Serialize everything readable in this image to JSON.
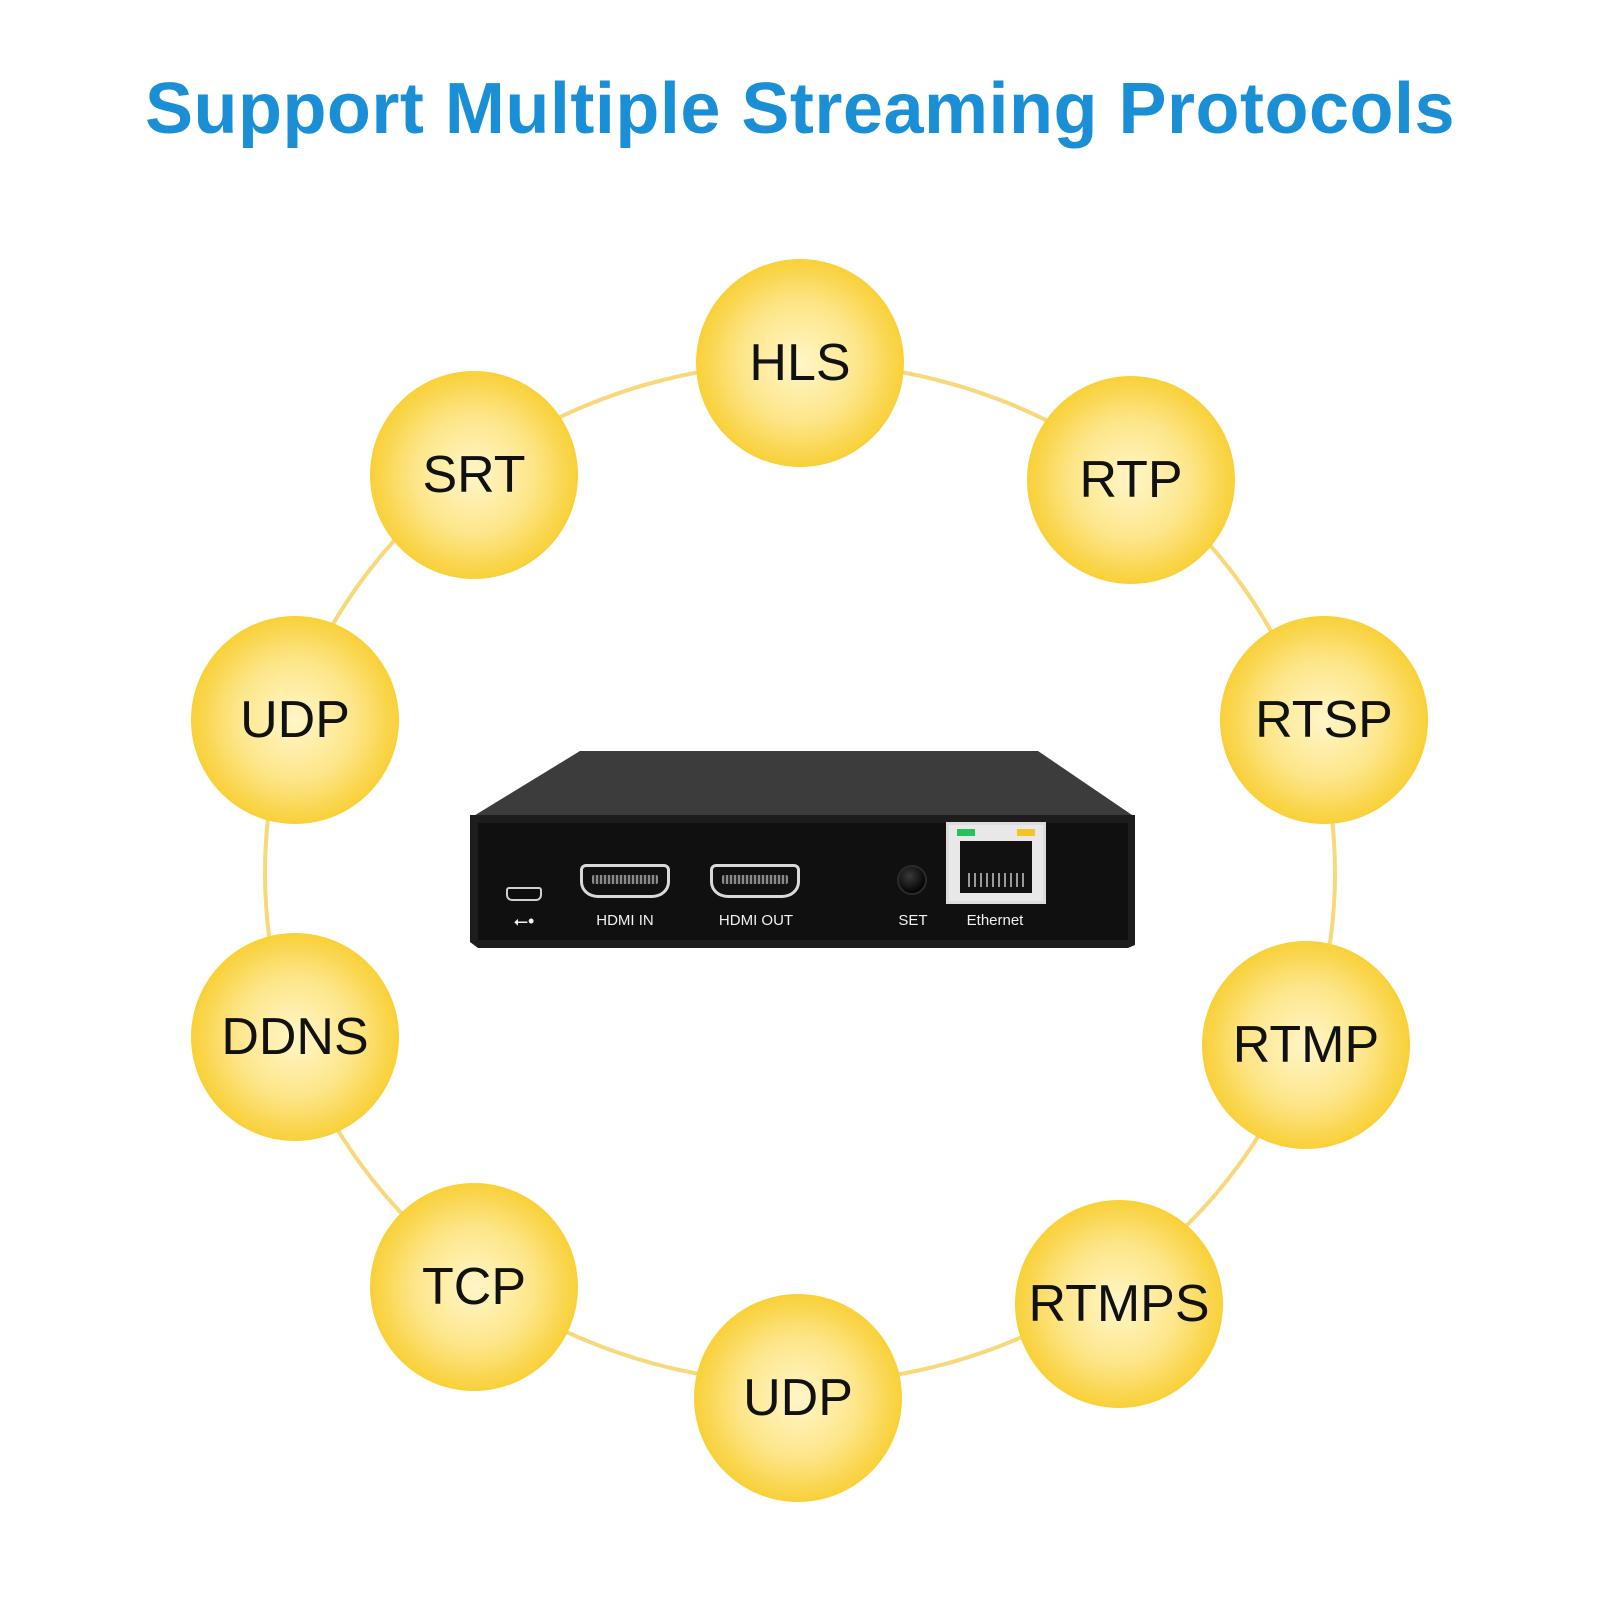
{
  "title": "Support Multiple Streaming Protocols",
  "colors": {
    "title": "#1a8fd6",
    "bubble_center": "#fff6c8",
    "bubble_edge": "#f8cd2c",
    "ring": "#f7d87a",
    "device_body": "#1d1d1d",
    "device_top": "#3c3c3c"
  },
  "protocols": [
    {
      "label": "HLS"
    },
    {
      "label": "RTP"
    },
    {
      "label": "RTSP"
    },
    {
      "label": "RTMP"
    },
    {
      "label": "RTMPS"
    },
    {
      "label": "UDP"
    },
    {
      "label": "TCP"
    },
    {
      "label": "DDNS"
    },
    {
      "label": "UDP"
    },
    {
      "label": "SRT"
    }
  ],
  "device": {
    "usb_icon": "usb-icon",
    "hdmi_in_label": "HDMI IN",
    "hdmi_out_label": "HDMI OUT",
    "set_label": "SET",
    "ethernet_label": "Ethernet"
  }
}
